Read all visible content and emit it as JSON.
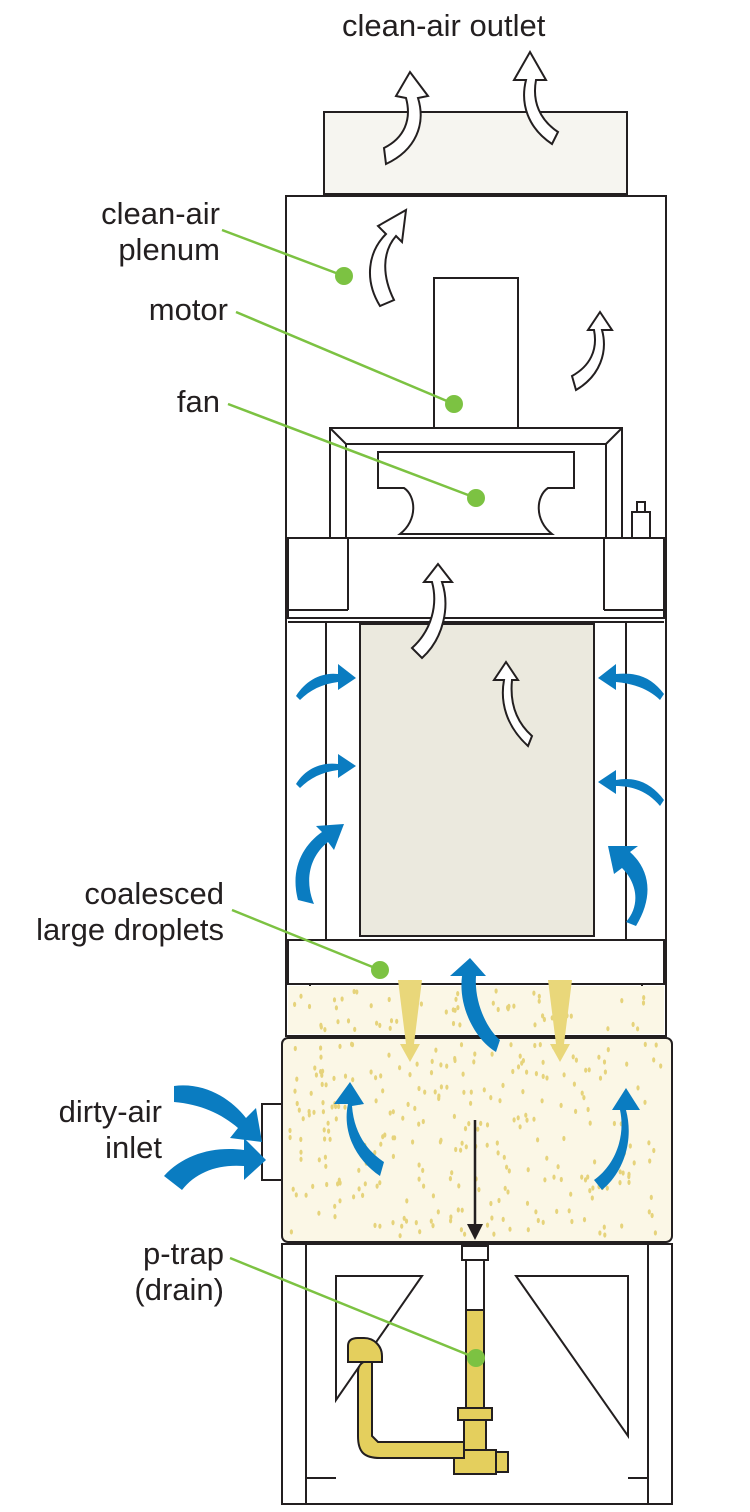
{
  "labels": {
    "clean_air_outlet": "clean-air outlet",
    "clean_air_plenum": [
      "clean-air",
      "plenum"
    ],
    "motor": "motor",
    "fan": "fan",
    "coalesced_droplets": [
      "coalesced",
      "large droplets"
    ],
    "dirty_air_inlet": [
      "dirty-air",
      "inlet"
    ],
    "p_trap": [
      "p-trap",
      "(drain)"
    ]
  },
  "colors": {
    "outline": "#231f20",
    "leader_line": "#7cc242",
    "callout_dot": "#7cc242",
    "dirty_air_arrow": "#0a7cc1",
    "clean_air_arrow": "#ffffff",
    "droplet_arrow": "#e9d77a",
    "oil_mist": "#e6d37b",
    "filter": "#ebe9de",
    "drain_fluid": "#e4cf5d",
    "outlet_box": "#f6f5f0"
  }
}
